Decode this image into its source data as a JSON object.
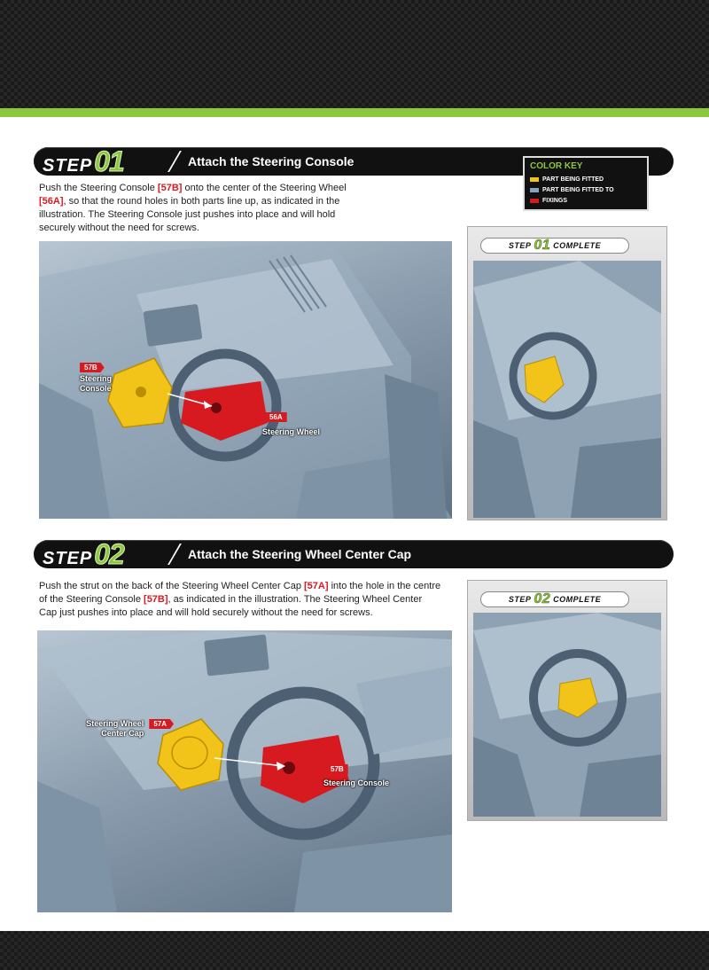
{
  "steps": [
    {
      "word": "STEP",
      "number": "01",
      "title": "Attach the Steering Console",
      "instruction": {
        "p1": "Push the Steering Console ",
        "r1": "[57B]",
        "p2": " onto the center of the Steering Wheel ",
        "r2": "[56A]",
        "p3": ", so that the round holes in both parts line up, as indicated in the illustration. The Steering Console just pushes into place and will hold securely without the need for screws."
      },
      "callouts": [
        {
          "id": "57B",
          "label": "Steering Console"
        },
        {
          "id": "56A",
          "label": "Steering Wheel"
        }
      ],
      "complete": {
        "word": "STEP",
        "number": "01",
        "suffix": "COMPLETE"
      }
    },
    {
      "word": "STEP",
      "number": "02",
      "title": "Attach the Steering Wheel Center Cap",
      "instruction": {
        "p1": "Push the strut on the back of the Steering Wheel Center Cap ",
        "r1": "[57A]",
        "p2": " into the hole in the centre of the Steering Console ",
        "r2": "[57B]",
        "p3": ", as indicated in the illustration. The Steering Wheel Center Cap just pushes into place and will hold securely without the need for screws."
      },
      "callouts": [
        {
          "id": "57A",
          "label": "Steering Wheel Center Cap"
        },
        {
          "id": "57B",
          "label": "Steering Console"
        }
      ],
      "complete": {
        "word": "STEP",
        "number": "02",
        "suffix": "COMPLETE"
      }
    }
  ],
  "color_key": {
    "title": "COLOR KEY",
    "items": [
      {
        "label": "PART BEING FITTED",
        "color": "#f2c318"
      },
      {
        "label": "PART BEING FITTED TO",
        "color": "#8aa4c0"
      },
      {
        "label": "FIXINGS",
        "color": "#d71920"
      }
    ]
  },
  "colors": {
    "accent_green": "#8dc63f",
    "fitted_yellow": "#f2c318",
    "fixing_red": "#d71920"
  }
}
